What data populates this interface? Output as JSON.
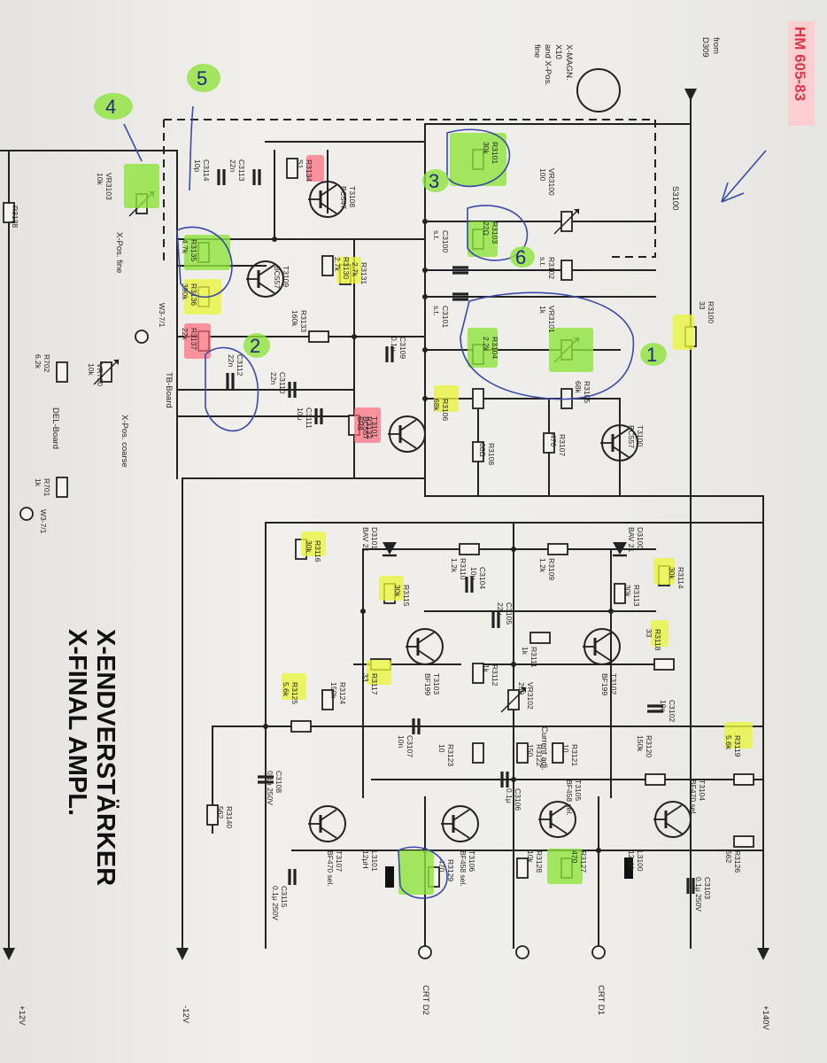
{
  "title": {
    "line1": "X-ENDVERSTÄRKER",
    "line2": "X-FINAL AMPL."
  },
  "doc_tag": "HM 605-83",
  "terminals": {
    "from": "from",
    "from_src": "D309",
    "plus140": "+140V",
    "minus12": "-12V",
    "plus12": "+12V",
    "crt_d1": "CRT D1",
    "crt_d2": "CRT D2"
  },
  "notes": {
    "xmagn": "X-MAGN.",
    "x10": "X10",
    "and_xpos": "and X-Pos.",
    "fine": "fine",
    "switch": "S3100",
    "tb_board": "TB-Board",
    "del_board": "DEL-Board",
    "xpos_coarse": "X-Pos. coarse",
    "xpos_fine": "X-Pos. fine",
    "current_adj": "Current adj.",
    "connector": "W3-7/1"
  },
  "pen_marks": [
    "1",
    "2",
    "3",
    "4",
    "5",
    "6"
  ],
  "components": [
    {
      "ref": "R3100",
      "val": "33"
    },
    {
      "ref": "R3101",
      "val": "30k"
    },
    {
      "ref": "R3102",
      "val": "s.t."
    },
    {
      "ref": "R3103",
      "val": "22Ω"
    },
    {
      "ref": "R3104",
      "val": "2.2k"
    },
    {
      "ref": "R3105",
      "val": "68k"
    },
    {
      "ref": "R3106",
      "val": "68k"
    },
    {
      "ref": "R3107",
      "val": "470"
    },
    {
      "ref": "R3108",
      "val": "68Ω"
    },
    {
      "ref": "R3109",
      "val": "1.2k"
    },
    {
      "ref": "R3110",
      "val": "1.2k"
    },
    {
      "ref": "R3111",
      "val": "1k"
    },
    {
      "ref": "R3112",
      "val": "1k"
    },
    {
      "ref": "R3113",
      "val": "30k"
    },
    {
      "ref": "R3114",
      "val": "30k"
    },
    {
      "ref": "R3115",
      "val": "30k"
    },
    {
      "ref": "R3116",
      "val": "30k"
    },
    {
      "ref": "R3117",
      "val": "33"
    },
    {
      "ref": "R3118",
      "val": "33"
    },
    {
      "ref": "R3119",
      "val": "5.6k"
    },
    {
      "ref": "R3120",
      "val": "150k"
    },
    {
      "ref": "R3121",
      "val": "10"
    },
    {
      "ref": "R3122",
      "val": "150"
    },
    {
      "ref": "R3123",
      "val": "10"
    },
    {
      "ref": "R3124",
      "val": "150k"
    },
    {
      "ref": "R3125",
      "val": "5.6k"
    },
    {
      "ref": "R3126",
      "val": "562"
    },
    {
      "ref": "R3127",
      "val": "470"
    },
    {
      "ref": "R3128",
      "val": "10k"
    },
    {
      "ref": "R3129",
      "val": "470"
    },
    {
      "ref": "R3130",
      "val": "2.7k"
    },
    {
      "ref": "R3131",
      "val": "2.7k"
    },
    {
      "ref": "R3132",
      "val": "6R8"
    },
    {
      "ref": "R3133",
      "val": "160k"
    },
    {
      "ref": "R3134",
      "val": "S1"
    },
    {
      "ref": "R3135",
      "val": "4.7k"
    },
    {
      "ref": "R3136",
      "val": "390k"
    },
    {
      "ref": "R3137",
      "val": "22k"
    },
    {
      "ref": "R3138",
      "val": ""
    },
    {
      "ref": "R3140",
      "val": "562"
    },
    {
      "ref": "R701",
      "val": "1k"
    },
    {
      "ref": "R702",
      "val": "6.2k"
    },
    {
      "ref": "VR3100",
      "val": "100"
    },
    {
      "ref": "VR3101",
      "val": "1k"
    },
    {
      "ref": "VR3102",
      "val": "250"
    },
    {
      "ref": "VR3103",
      "val": "10k"
    },
    {
      "ref": "VR700",
      "val": "10k"
    },
    {
      "ref": "C3100",
      "val": "s.t."
    },
    {
      "ref": "C3101",
      "val": "s.t."
    },
    {
      "ref": "C3102",
      "val": "10n"
    },
    {
      "ref": "C3103",
      "val": "0.1μ 250V"
    },
    {
      "ref": "C3104",
      "val": "10μ"
    },
    {
      "ref": "C3105",
      "val": "22μ"
    },
    {
      "ref": "C3106",
      "val": "0.1μ"
    },
    {
      "ref": "C3107",
      "val": "10n"
    },
    {
      "ref": "C3108",
      "val": "0.1μ 250V"
    },
    {
      "ref": "C3109",
      "val": "0.1μ"
    },
    {
      "ref": "C3110",
      "val": "22n"
    },
    {
      "ref": "C3111",
      "val": "10μ"
    },
    {
      "ref": "C3112",
      "val": "22n"
    },
    {
      "ref": "C3113",
      "val": "22n"
    },
    {
      "ref": "C3114",
      "val": "10p"
    },
    {
      "ref": "C3115",
      "val": "0.1μ 250V"
    },
    {
      "ref": "D3100",
      "val": "BAV 21"
    },
    {
      "ref": "D3101",
      "val": "BAV 21"
    },
    {
      "ref": "L3100",
      "val": "12μH"
    },
    {
      "ref": "L3101",
      "val": "12μH"
    },
    {
      "ref": "T3100",
      "val": "BC557"
    },
    {
      "ref": "T3101",
      "val": "BC557"
    },
    {
      "ref": "T3102",
      "val": "BF199"
    },
    {
      "ref": "T3103",
      "val": "BF199"
    },
    {
      "ref": "T3104",
      "val": "BF470 sel."
    },
    {
      "ref": "T3105",
      "val": "BF458 sel."
    },
    {
      "ref": "T3106",
      "val": "BF458 sel."
    },
    {
      "ref": "T3107",
      "val": "BF470 sel."
    },
    {
      "ref": "T3108",
      "val": "BC547"
    },
    {
      "ref": "T3109",
      "val": "BC557"
    }
  ]
}
